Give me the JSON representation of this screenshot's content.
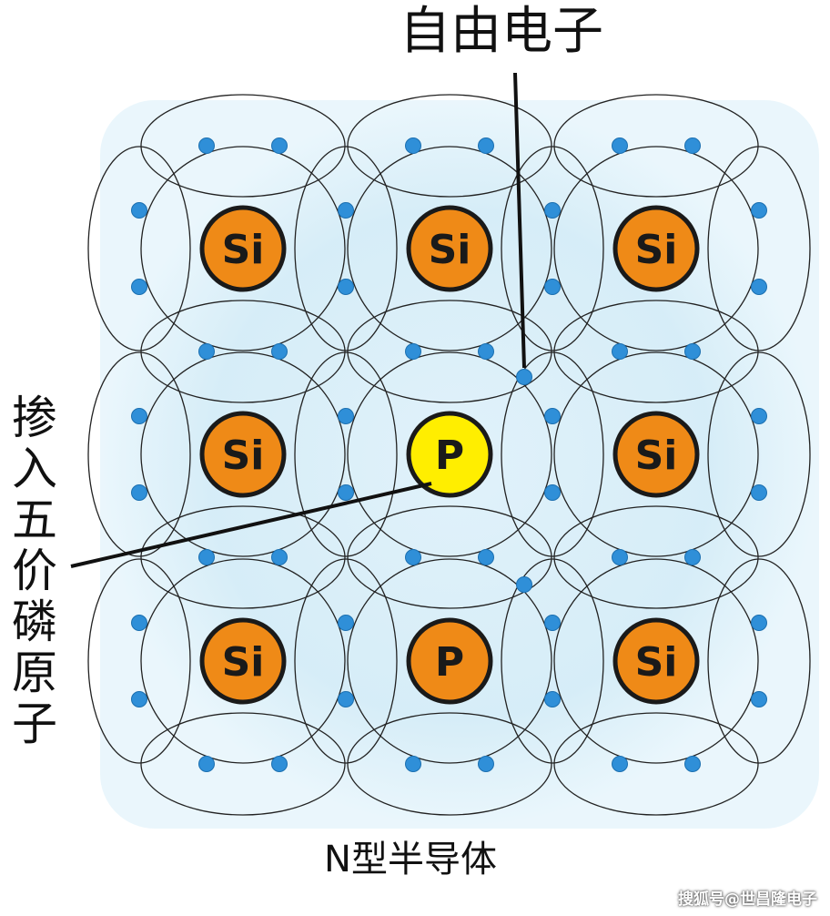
{
  "labels": {
    "free_electron": "自由电子",
    "dopant": "掺入五价磷原子",
    "caption": "N型半导体",
    "watermark": "搜狐号@世昌隆电子"
  },
  "atoms": [
    [
      "Si",
      "Si",
      "Si"
    ],
    [
      "Si",
      "P",
      "Si"
    ],
    [
      "Si",
      "P",
      "Si"
    ]
  ],
  "highlighted_atom": {
    "row": 1,
    "col": 1
  },
  "colors": {
    "si_fill": "#ef8a17",
    "p_fill": "#ef8a17",
    "highlight_fill": "#ffee00",
    "electron": "#2f8fd8",
    "glow": "#d2ecf7",
    "line": "#222222"
  }
}
